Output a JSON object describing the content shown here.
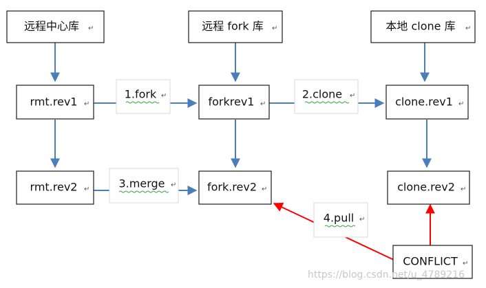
{
  "colors": {
    "edge_blue": "#4a7ebb",
    "edge_red": "#ff0000",
    "text": "#111111",
    "border": "#1a1a1a",
    "watermark": "#c8c8c8"
  },
  "nodes": {
    "central": {
      "label": "远程中心库"
    },
    "remote_fork": {
      "label": "远程 fork 库"
    },
    "local_clone": {
      "label": "本地 clone 库"
    },
    "rmt_rev1": {
      "label": "rmt.rev1"
    },
    "forkrev1": {
      "label": "forkrev1"
    },
    "clone_rev1": {
      "label": "clone.rev1"
    },
    "rmt_rev2": {
      "label": "rmt.rev2"
    },
    "fork_rev2": {
      "label": "fork.rev2"
    },
    "clone_rev2": {
      "label": "clone.rev2"
    },
    "conflict": {
      "label": "CONFLICT"
    }
  },
  "edge_labels": {
    "fork": "1.fork",
    "clone": "2.clone",
    "merge": "3.merge",
    "pull": "4.pull"
  },
  "paragraph_mark": "↵",
  "watermark": "https://blog.csdn.net/u_4789216"
}
